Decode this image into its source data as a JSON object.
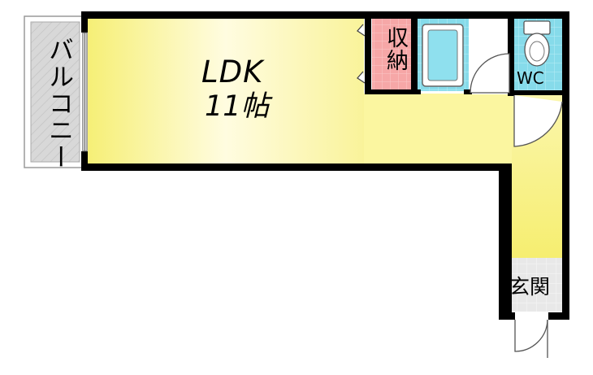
{
  "rooms": {
    "ldk_name": "LDK",
    "ldk_size": "11帖",
    "balcony": "バルコニー",
    "storage": "収納",
    "toilet": "WC",
    "entrance": "玄関"
  },
  "colors": {
    "floor_yellow": "#f7f07a",
    "floor_fade": "#fffde8",
    "wall": "#000000",
    "tile_blue": "#7fd8e8",
    "storage_red": "#f5a6a6",
    "balcony_grey": "#d6d6d6",
    "entrance_grey": "#e6e6e6"
  }
}
